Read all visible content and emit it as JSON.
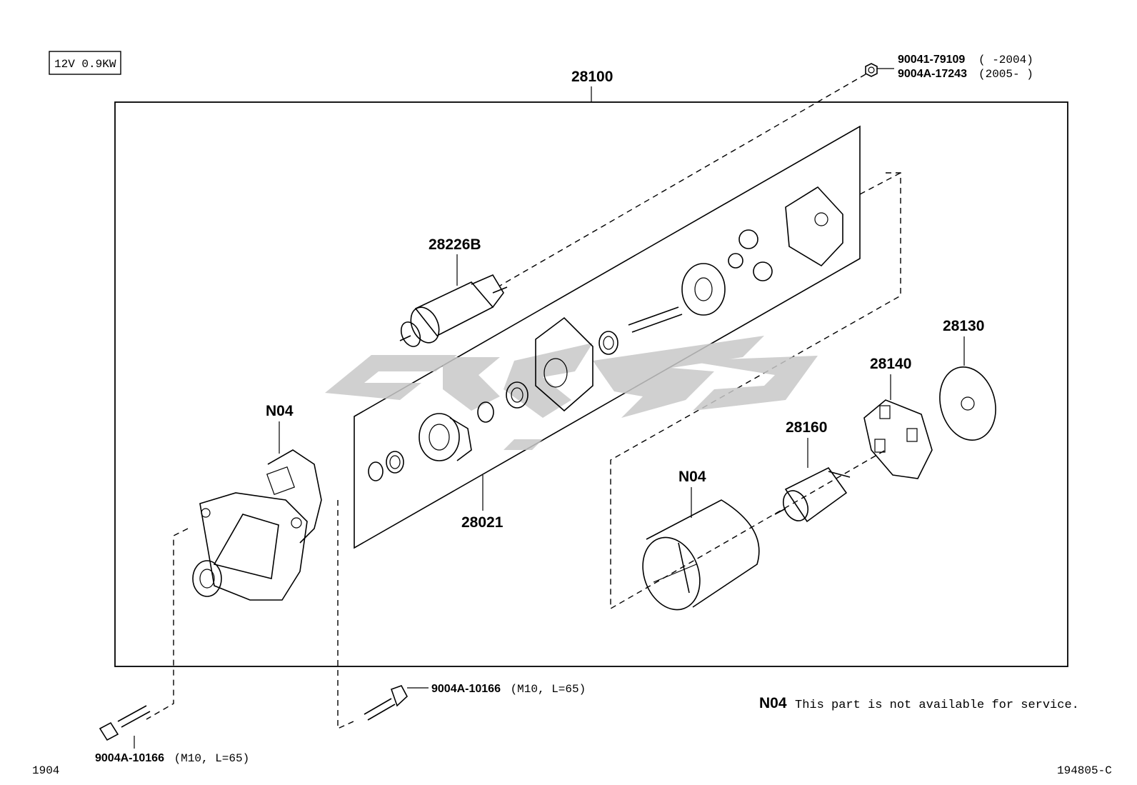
{
  "spec_label": "12V 0.9KW",
  "assembly_label": "28100",
  "parts": {
    "solenoid": "28226B",
    "drive_kit": "28021",
    "armature_plate": "28130",
    "brush_holder": "28140",
    "armature": "28160",
    "housing_front": "N04",
    "yoke": "N04"
  },
  "nut": {
    "line1_part": "90041-79109",
    "line1_range": "(      -2004)",
    "line2_part": "9004A-17243",
    "line2_range": "(2005-      )"
  },
  "bolt_right": {
    "part": "9004A-10166",
    "spec": "(M10, L=65)"
  },
  "bolt_left": {
    "part": "9004A-10166",
    "spec": "(M10, L=65)"
  },
  "note": {
    "code": "N04",
    "text": "This part is not available for service."
  },
  "footer": {
    "left": "1904",
    "right": "194805-C"
  }
}
